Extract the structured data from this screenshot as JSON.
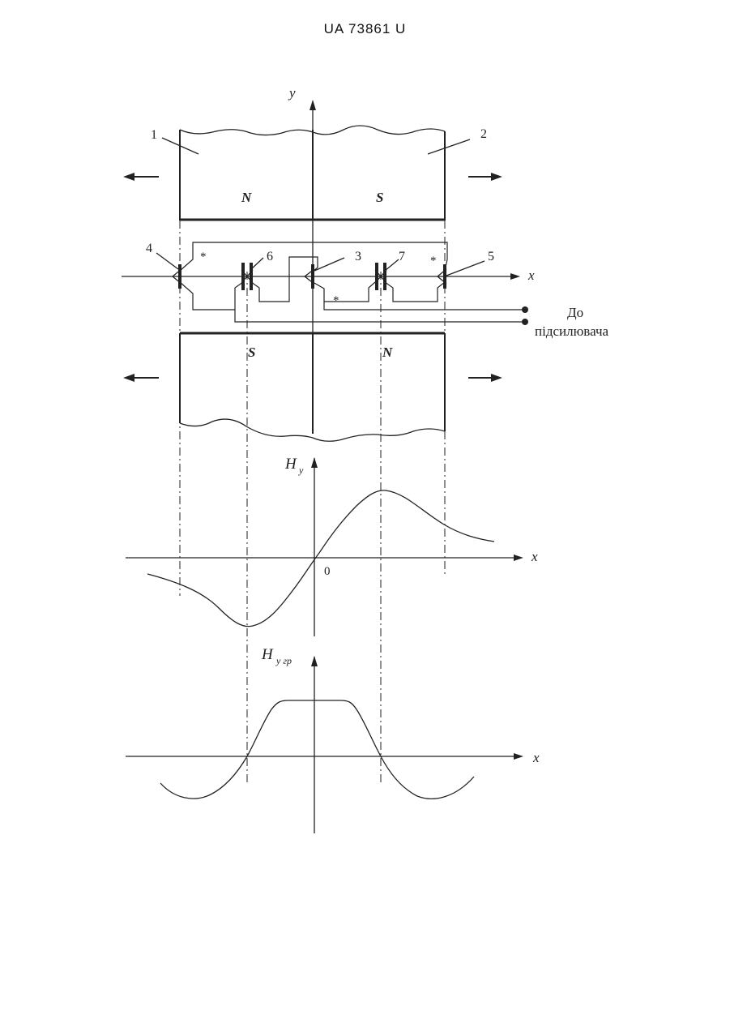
{
  "header": {
    "doc_number": "UA   73861   U"
  },
  "magnets": {
    "top_left_pole": "N",
    "top_right_pole": "S",
    "bottom_left_pole": "S",
    "bottom_right_pole": "N"
  },
  "callouts": {
    "n1": "1",
    "n2": "2",
    "n3": "3",
    "n4": "4",
    "n5": "5",
    "n6": "6",
    "n7": "7",
    "star": "*"
  },
  "amplifier": {
    "line1": "До",
    "line2": "підсилювача"
  },
  "axes": {
    "y": "y",
    "x": "x",
    "origin": "0",
    "hy_main": "H",
    "hy_sub": "y",
    "hygr_main": "H",
    "hygr_sub": "y гр"
  }
}
